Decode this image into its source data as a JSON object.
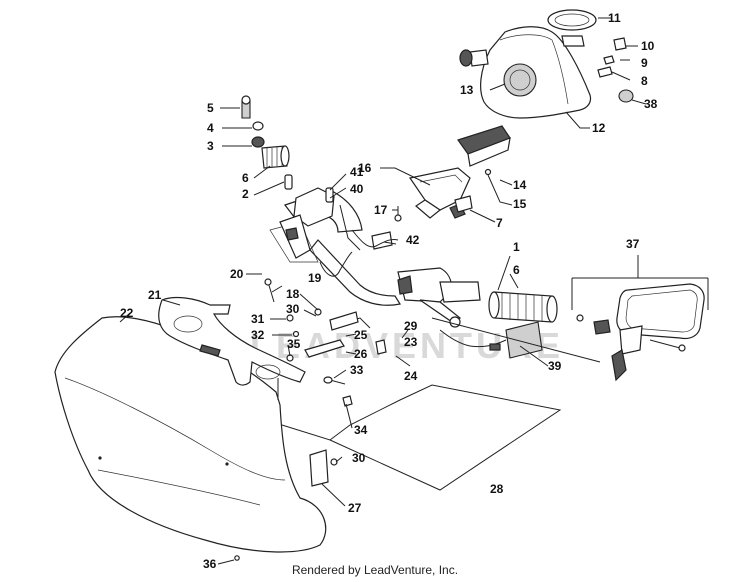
{
  "diagram": {
    "callouts": [
      "1",
      "2",
      "3",
      "4",
      "5",
      "6",
      "6",
      "7",
      "8",
      "9",
      "10",
      "11",
      "12",
      "13",
      "14",
      "15",
      "16",
      "17",
      "18",
      "19",
      "20",
      "21",
      "22",
      "23",
      "24",
      "25",
      "26",
      "27",
      "28",
      "29",
      "30",
      "30",
      "31",
      "32",
      "33",
      "34",
      "35",
      "36",
      "37",
      "38",
      "39",
      "40",
      "41",
      "42"
    ]
  },
  "watermark": "LEADVENTURE",
  "footer": {
    "text": "Rendered by LeadVenture, Inc."
  }
}
